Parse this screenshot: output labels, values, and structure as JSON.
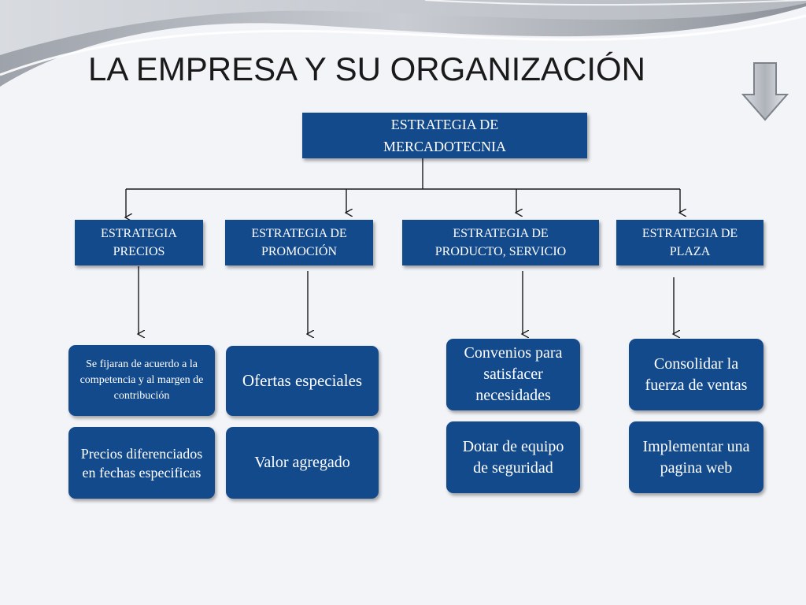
{
  "slide": {
    "title": "LA EMPRESA Y SU ORGANIZACIÓN"
  },
  "nav": {
    "down_icon": "down-arrow-icon"
  },
  "colors": {
    "box_fill": "#134a8c",
    "box_text": "#ffffff",
    "connector": "#1a1a1a",
    "background": "#f3f4f8"
  },
  "diagram": {
    "root": "ESTRATEGIA DE\nMERCADOTECNIA",
    "branches": [
      {
        "label": "ESTRATEGIA\nPRECIOS",
        "items": [
          "Se fijaran de acuerdo a la competencia y al margen de contribución",
          "Precios diferenciados en fechas especificas"
        ]
      },
      {
        "label": "ESTRATEGIA DE\nPROMOCIÓN",
        "items": [
          "Ofertas especiales",
          "Valor agregado"
        ]
      },
      {
        "label": "ESTRATEGIA DE\nPRODUCTO, SERVICIO",
        "items": [
          "Convenios para satisfacer necesidades",
          "Dotar de equipo de seguridad"
        ]
      },
      {
        "label": "ESTRATEGIA DE\nPLAZA",
        "items": [
          "Consolidar la fuerza de ventas",
          "Implementar una pagina web"
        ]
      }
    ]
  }
}
